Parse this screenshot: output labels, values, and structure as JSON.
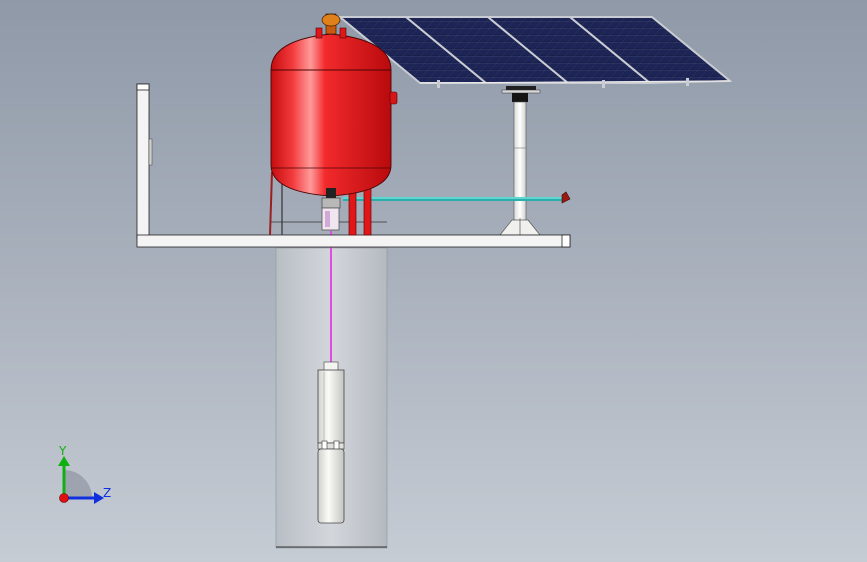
{
  "view": {
    "background_top": "#8f99a8",
    "background_bottom": "#c6ccd4"
  },
  "colors": {
    "tank": "#e8181a",
    "tank_highlight": "#ff8a8a",
    "solar_cell": "#141a3e",
    "solar_frame": "#c9ccd2",
    "pipe": "#3fc9c4",
    "cable": "#e24be6",
    "structure": "#f2f2f2",
    "well_casing": "#c4c9cf",
    "pump": "#e9e9e6",
    "axis_x": "#e01010",
    "axis_y": "#10b010",
    "axis_z": "#1030e0"
  },
  "triad": {
    "y_label": "Y",
    "z_label": "Z"
  },
  "components": {
    "pressure_tank": "pressure-tank",
    "solar_array": "solar-panel-array",
    "support_pole": "solar-support-pole",
    "platform": "mounting-frame",
    "well": "borehole-casing",
    "submersible_pump": "submersible-pump",
    "outlet_pipe": "outlet-pipe",
    "valve_icon": "valve-icon",
    "power_cable": "pump-power-cable"
  }
}
